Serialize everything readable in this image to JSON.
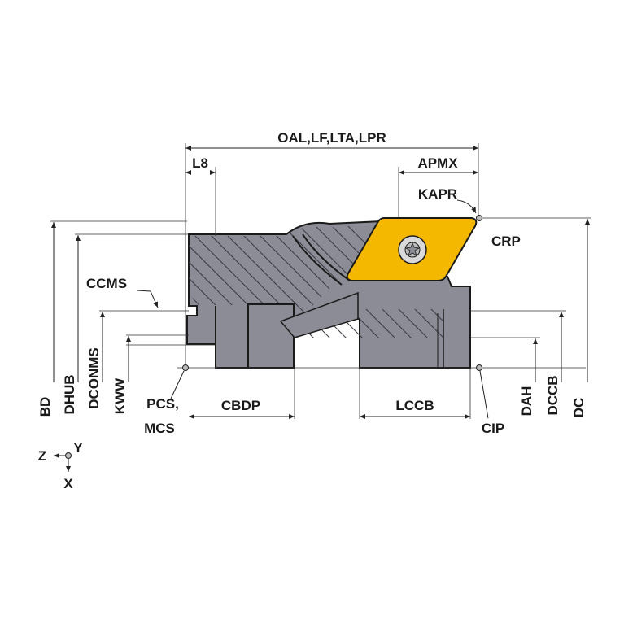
{
  "labels": {
    "oal": "OAL,LF,LTA,LPR",
    "l8": "L8",
    "apmx": "APMX",
    "kapr": "KAPR",
    "crp": "CRP",
    "ccms": "CCMS",
    "bd": "BD",
    "dhub": "DHUB",
    "dconms": "DCONMS",
    "kww": "KWW",
    "pcs": "PCS,",
    "mcs": "MCS",
    "cbdp": "CBDP",
    "lccb": "LCCB",
    "cip": "CIP",
    "dah": "DAH",
    "dccb": "DCCB",
    "dc": "DC"
  },
  "axes": {
    "z": "Z",
    "y": "Y",
    "x": "X"
  },
  "colors": {
    "body": "#8c8c96",
    "insert": "#f5b800",
    "outline": "#1a1a1a"
  }
}
